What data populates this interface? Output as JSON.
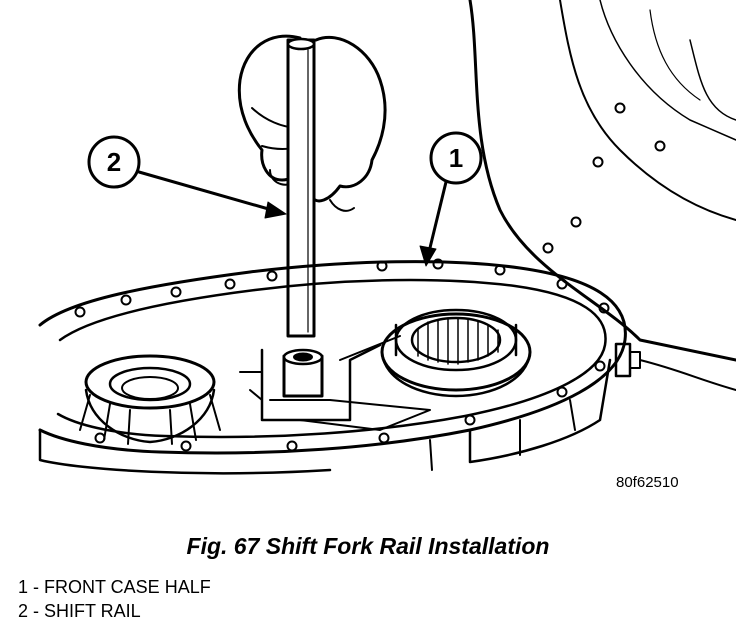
{
  "figure": {
    "image_code": "80f62510",
    "callouts": [
      {
        "number": "1"
      },
      {
        "number": "2"
      }
    ]
  },
  "caption": "Fig. 67 Shift Fork Rail Installation",
  "legend": [
    {
      "text": "1 - FRONT CASE HALF"
    },
    {
      "text": "2 - SHIFT RAIL"
    }
  ]
}
